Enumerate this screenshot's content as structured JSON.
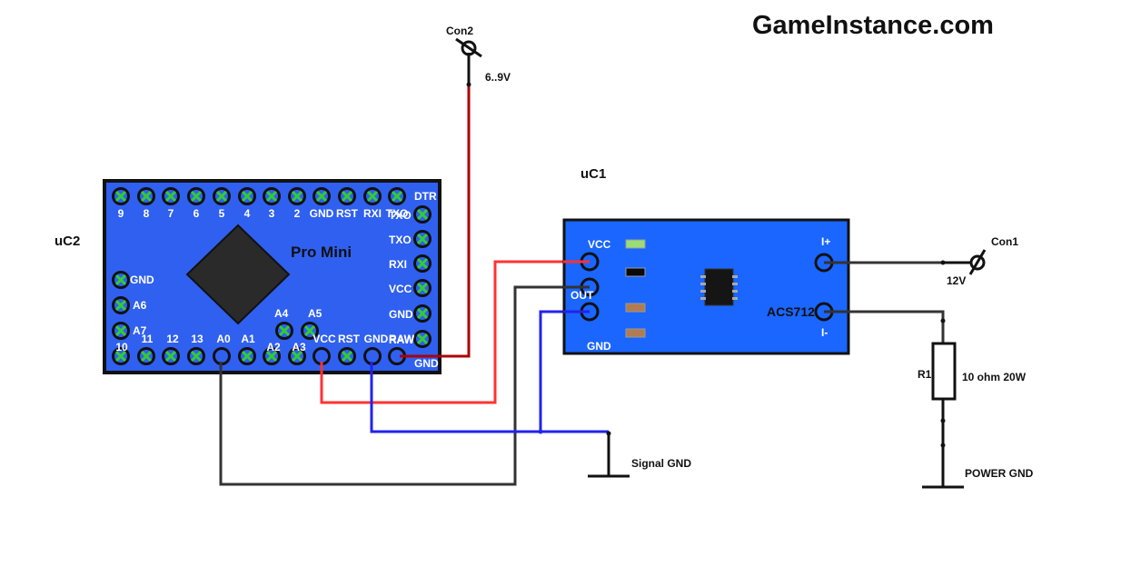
{
  "title": "GameInstance.com",
  "components": {
    "uC2": {
      "designator": "uC2",
      "board_label": "Pro Mini",
      "top_pins": [
        "9",
        "8",
        "7",
        "6",
        "5",
        "4",
        "3",
        "2",
        "GND",
        "RST",
        "RXI",
        "TXO"
      ],
      "right_pins": [
        "DTR",
        "TXO",
        "TXO",
        "RXI",
        "VCC",
        "GND",
        "RAW",
        "GND"
      ],
      "left_pins": [
        "GND",
        "A6",
        "A7"
      ],
      "mid_pins": [
        "A4",
        "A5"
      ],
      "bottom_pin_labels": [
        "10",
        "11",
        "12",
        "13",
        "A0",
        "A1",
        "A2",
        "A3",
        "VCC",
        "RST",
        "GND",
        "RAW"
      ],
      "colors": {
        "board": "#3060f0",
        "pin_cross": "#33cc33",
        "chip": "#2a2a2a"
      }
    },
    "uC1": {
      "designator": "uC1",
      "part": "ACS712",
      "pins_left": [
        "VCC",
        "OUT",
        "GND"
      ],
      "pins_right": [
        "I+",
        "I-"
      ],
      "colors": {
        "board": "#1a66ff",
        "led": "#99dd77",
        "chip": "#151515",
        "smd_brown": "#b07c50"
      }
    },
    "Con2": {
      "designator": "Con2",
      "value": "6..9V"
    },
    "Con1": {
      "designator": "Con1",
      "value": "12V"
    },
    "R1": {
      "designator": "R1",
      "value": "10 ohm 20W"
    },
    "signal_gnd": {
      "label": "Signal GND"
    },
    "power_gnd": {
      "label": "POWER GND"
    }
  },
  "wires": [
    {
      "name": "raw-supply",
      "from": "Con2",
      "to": "uC2.RAW",
      "color": "#aa0000"
    },
    {
      "name": "vcc",
      "from": "uC2.VCC",
      "to": "uC1.VCC",
      "color": "#ff3333"
    },
    {
      "name": "signal-out",
      "from": "uC1.OUT",
      "to": "uC2.A0",
      "color": "#333333"
    },
    {
      "name": "signal-gnd",
      "from": "uC2.GND",
      "to": "uC1.GND",
      "color": "#2222ee"
    },
    {
      "name": "power-in",
      "from": "Con1",
      "to": "uC1.I+",
      "color": "#333333"
    },
    {
      "name": "power-out",
      "from": "uC1.I-",
      "to": "R1",
      "color": "#333333"
    }
  ]
}
